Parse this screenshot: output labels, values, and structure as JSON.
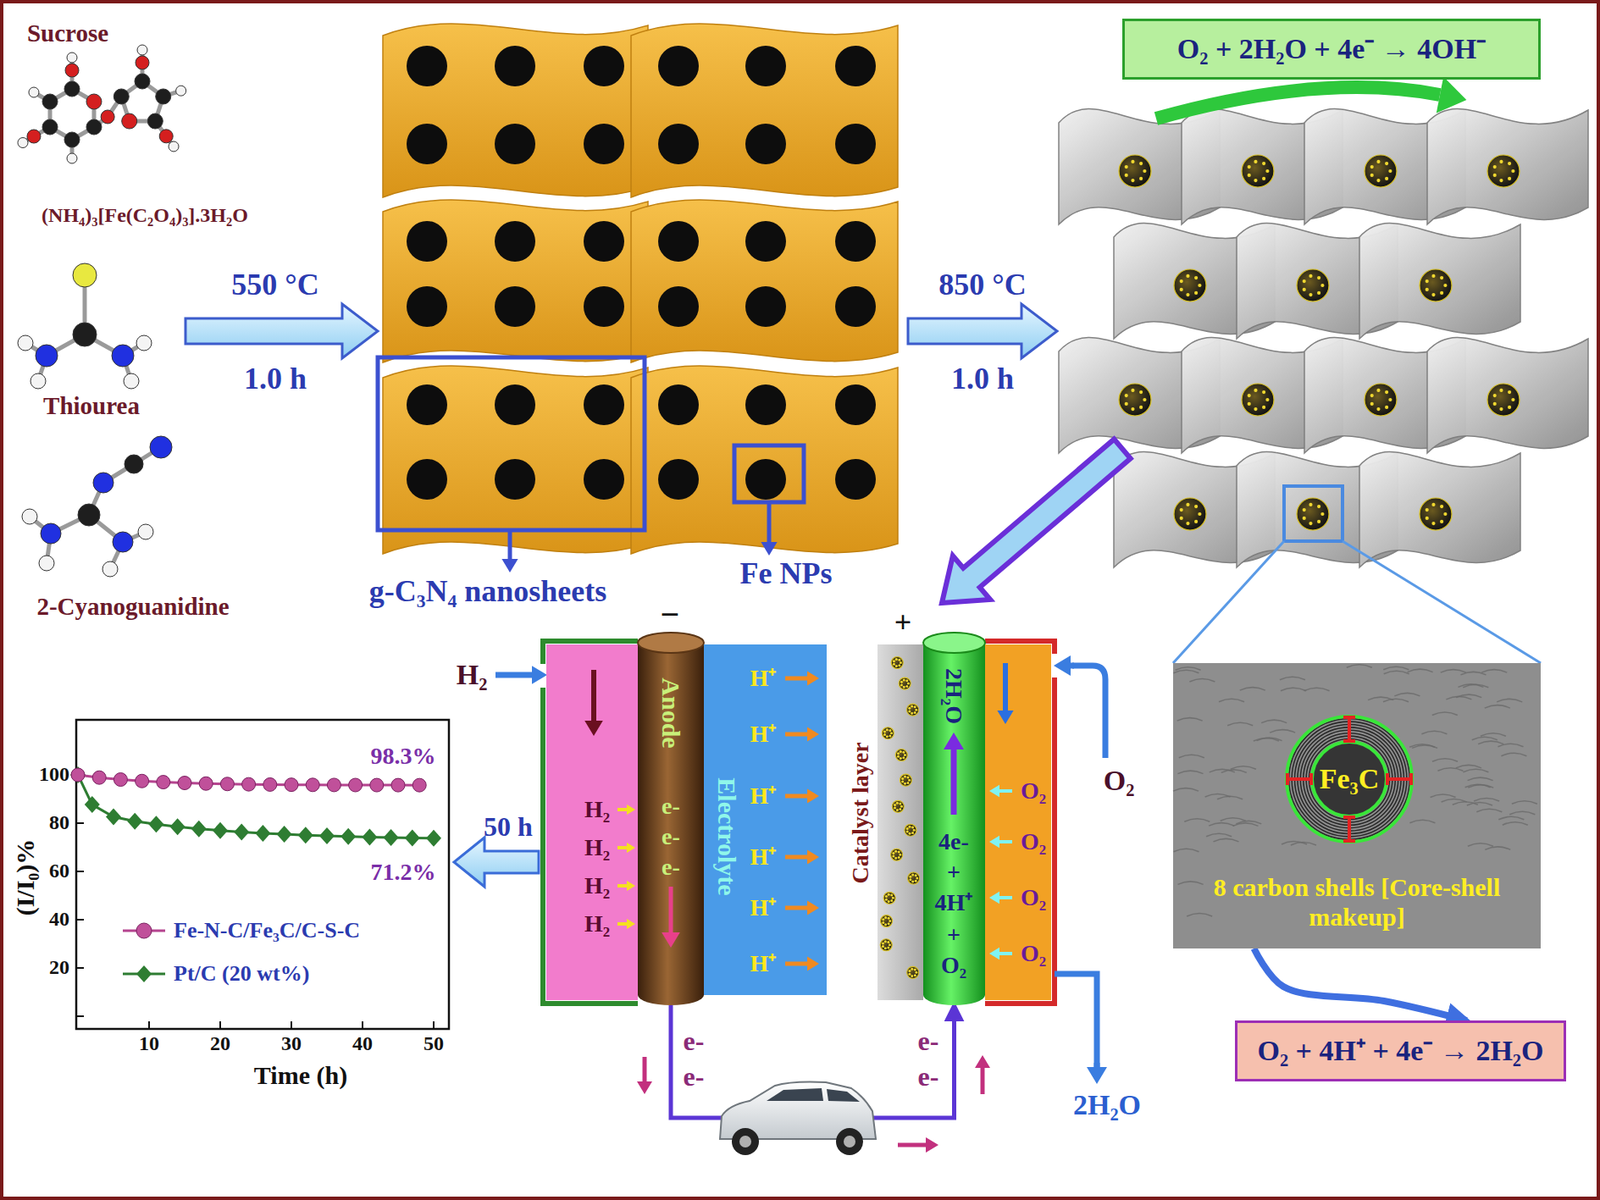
{
  "diagram": {
    "nodes": [
      {
        "text": [
          "O₂ + 2H₂O + 4e⁻ → 4OH⁻"
        ]
      },
      {
        "text": [
          "Fe₃C",
          "8 carbon shells [Core-shell makeup]"
        ]
      },
      {
        "text": [
          "O₂ + 4H⁺ + 4e⁻ → 2H₂O"
        ]
      },
      {
        "text": [
          "H₂",
          "H₂",
          "H₂",
          "H₂"
        ]
      },
      {
        "text": [
          "Anode",
          "e-",
          "e-",
          "e-"
        ]
      },
      {
        "text": [
          "Electrolyte",
          "H⁺",
          "H⁺",
          "H⁺",
          "H⁺",
          "H⁺",
          "H⁺"
        ]
      },
      {
        "text": [
          "Catalyst layer"
        ]
      },
      {
        "text": [
          "2H₂O",
          "4e-",
          "+",
          "4H⁺",
          "+",
          "O₂"
        ]
      },
      {
        "text": [
          "O₂",
          "O₂",
          "O₂",
          "O₂"
        ]
      }
    ],
    "edges": [
      {
        "from": 1,
        "to": 2,
        "arrow": "to"
      },
      {
        "from": 4,
        "to": 7,
        "arrow": "to"
      }
    ],
    "labels": [
      "Sucrose",
      "(NH₄)₃[Fe(C₂O₄)₃].3H₂O",
      "Thiourea",
      "2-Cyanoguanidine",
      "550 °C",
      "1.0 h",
      "g-C₃N₄ nanosheets",
      "Fe NPs",
      "850 °C",
      "1.0 h",
      "−",
      "+",
      "H₂",
      "O₂",
      "2H₂O",
      "e-",
      "e-",
      "e-",
      "e-",
      "50 h",
      "100",
      "80",
      "60",
      "40",
      "20",
      "10",
      "20",
      "30",
      "40",
      "50",
      "(I/I₀)%",
      "Time (h)",
      "98.3%",
      "71.2%"
    ],
    "legend": [
      {
        "text": "Fe-N-C/Fe₃C/C-S-C"
      },
      {
        "text": "Pt/C (20 wt%)"
      }
    ]
  }
}
